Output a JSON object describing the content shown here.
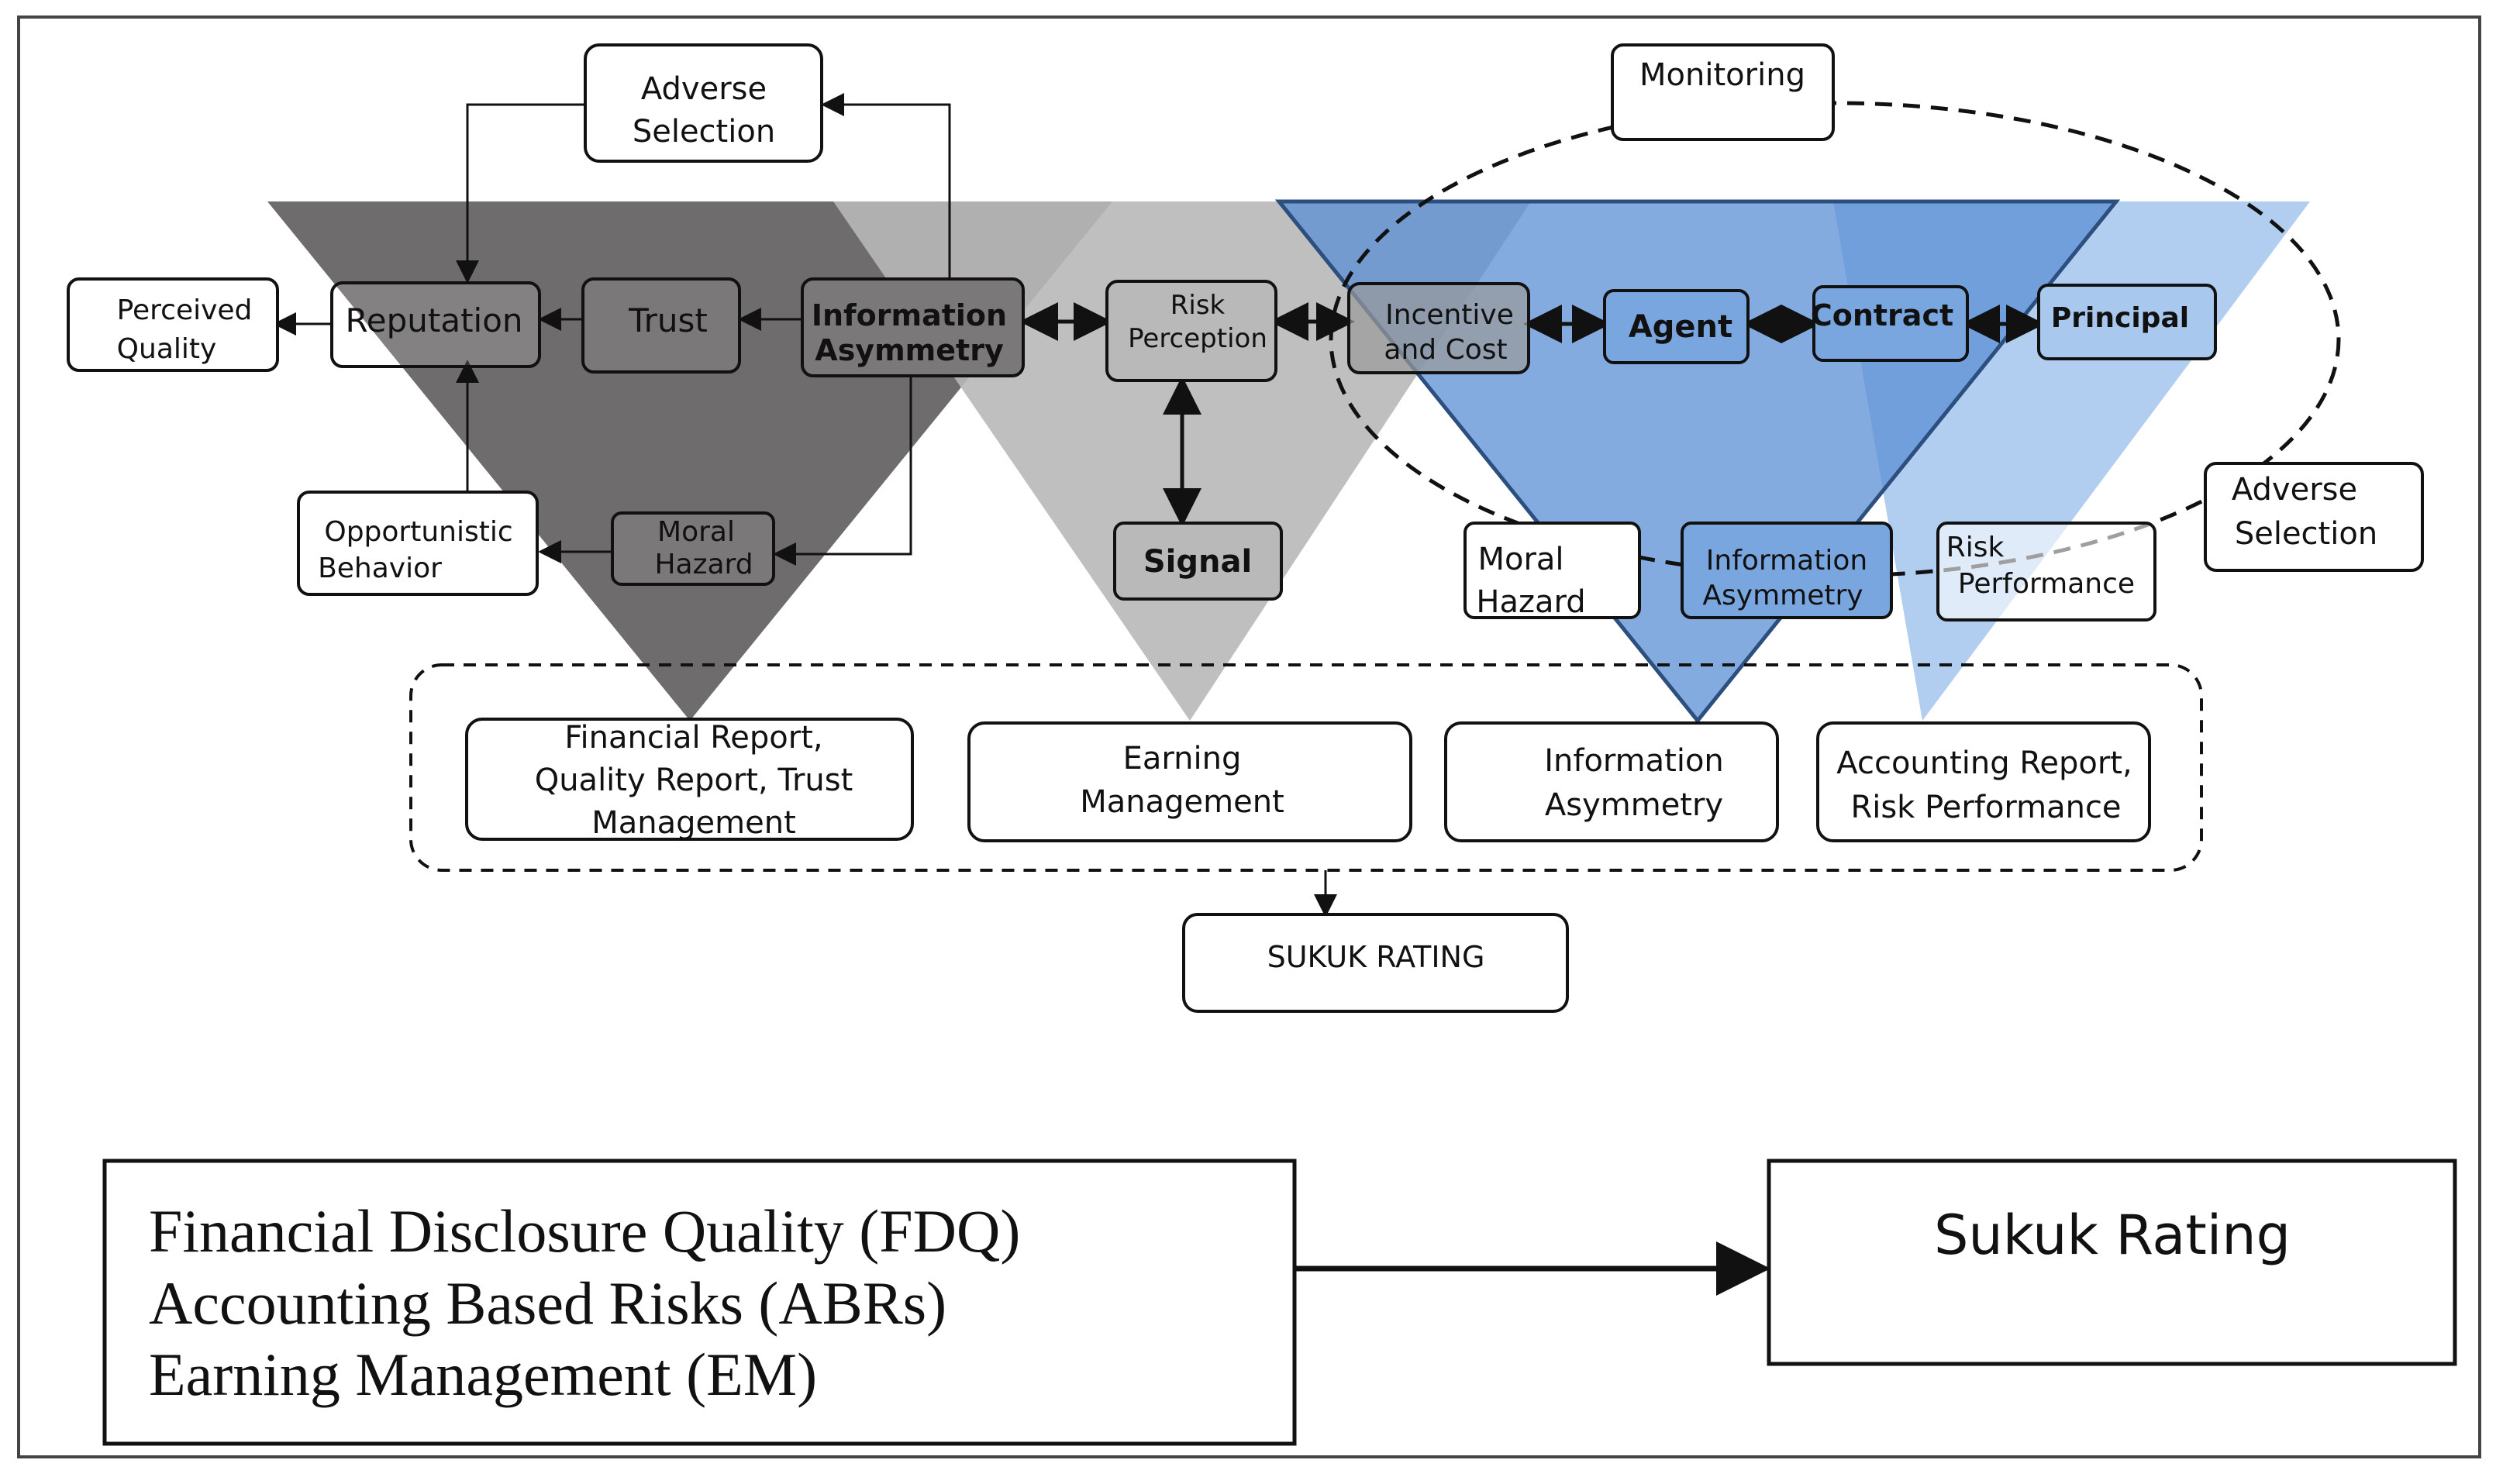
{
  "top": {
    "adverse_selection_top": [
      "Adverse",
      "Selection"
    ],
    "monitoring": "Monitoring",
    "perceived_quality": [
      "Perceived",
      "Quality"
    ],
    "reputation": "Reputation",
    "trust": "Trust",
    "information_asymmetry": [
      "Information",
      "Asymmetry"
    ],
    "risk_perception": [
      "Risk",
      "Perception"
    ],
    "incentive_cost": [
      "Incentive",
      "and Cost"
    ],
    "agent": "Agent",
    "contract": "Contract",
    "principal": "Principal",
    "opportunistic_behavior": [
      "Opportunistic",
      "Behavior"
    ],
    "moral_hazard_left": [
      "Moral",
      "Hazard"
    ],
    "signal": "Signal",
    "moral_hazard_right": [
      "Moral",
      "Hazard"
    ],
    "info_asym_right": [
      "Information",
      "Asymmetry"
    ],
    "risk_performance": [
      "Risk",
      "Performance"
    ],
    "adverse_selection_right": [
      "Adverse",
      "Selection"
    ],
    "bottom_boxes": {
      "financial_report": [
        "Financial Report,",
        "Quality Report, Trust",
        "Management"
      ],
      "earning_management": [
        "Earning",
        "Management"
      ],
      "info_asymmetry": [
        "Information",
        "Asymmetry"
      ],
      "accounting_report": [
        "Accounting Report,",
        "Risk Performance"
      ]
    },
    "sukuk_rating_small": "SUKUK RATING"
  },
  "bottom": {
    "variables": [
      "Financial Disclosure Quality (FDQ)",
      "Accounting Based Risks (ABRs)",
      "Earning Management (EM)"
    ],
    "outcome": "Sukuk Rating"
  },
  "colors": {
    "dark_triangle": "#6e6c6c",
    "light_triangle": "#b8b8b8",
    "blue_triangle": "#5b8fd6",
    "light_blue_triangle": "#a9c8ee",
    "box_fill_dark": "#7a7878",
    "box_fill_light": "#b9b9b9",
    "box_fill_blue": "#7aa6df"
  }
}
